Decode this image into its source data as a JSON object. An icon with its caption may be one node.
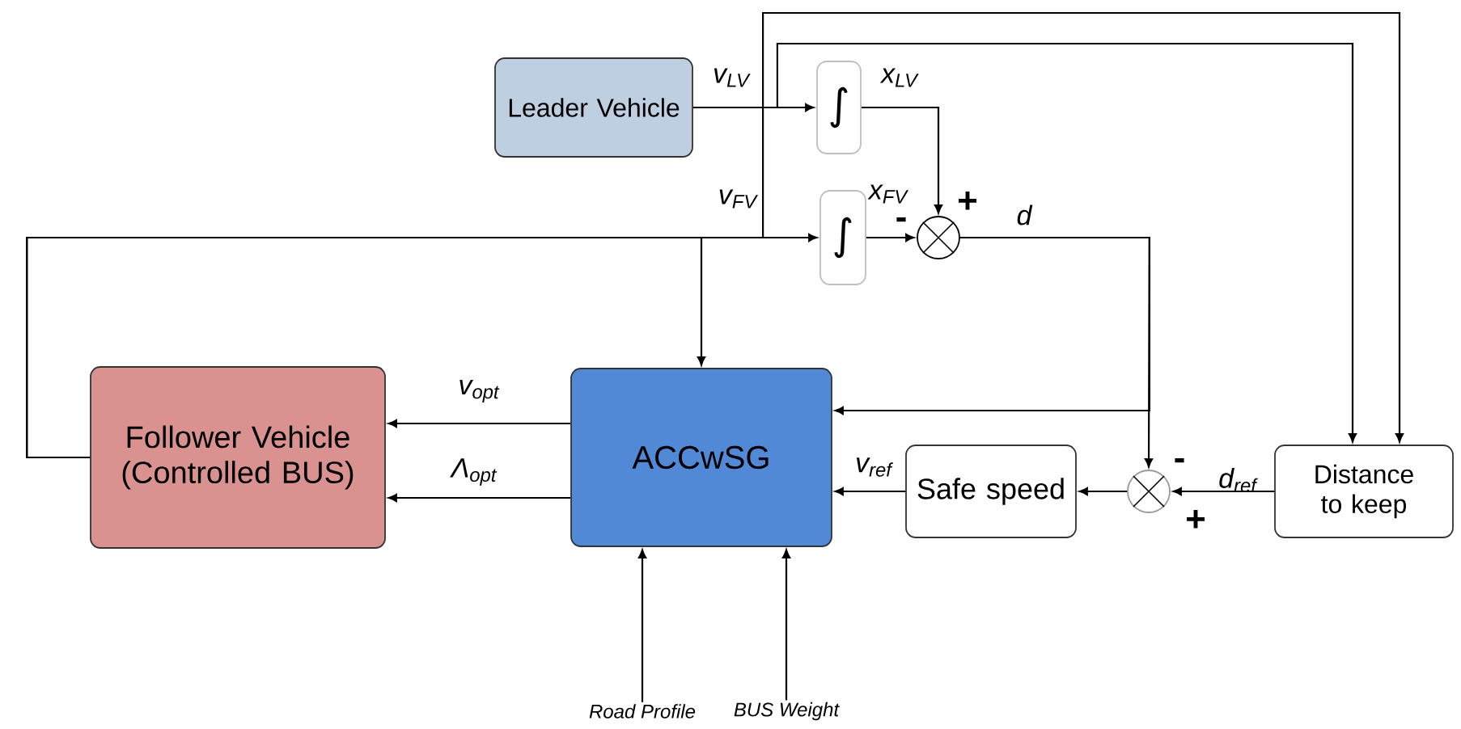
{
  "diagram": {
    "nodes": [
      {
        "text": [
          "Leader Vehicle"
        ]
      },
      {
        "text": [
          "∫"
        ]
      },
      {
        "text": [
          "∫"
        ]
      },
      {
        "text": [],
        "shape": "circle"
      },
      {
        "text": [
          "Follower Vehicle (Controlled BUS)"
        ]
      },
      {
        "text": [
          "ACCwSG"
        ]
      },
      {
        "text": [
          "Safe speed"
        ]
      },
      {
        "text": [],
        "shape": "circle"
      },
      {
        "text": [
          "Distance to keep"
        ]
      },
      {
        "text": [
          "Road Profile"
        ]
      },
      {
        "text": [
          "BUS Weight"
        ]
      }
    ],
    "edges": [
      {
        "from": 0,
        "to": 1,
        "arrow": "to",
        "label": "v$_{LV}$"
      },
      {
        "from": 1,
        "to": 3,
        "arrow": "to",
        "label": "x$_{LV}$"
      },
      {
        "from": 2,
        "to": 3,
        "arrow": "to",
        "label": "x$_{FV}$"
      },
      {
        "from": 4,
        "to": 2,
        "arrow": "to",
        "label": "v$_{FV}$"
      },
      {
        "from": 4,
        "to": 5,
        "arrow": "to"
      },
      {
        "from": 4,
        "to": 8,
        "arrow": "to"
      },
      {
        "from": 0,
        "to": 8,
        "arrow": "to"
      },
      {
        "from": 3,
        "to": 5,
        "arrow": "to",
        "label": "d"
      },
      {
        "from": 3,
        "to": 7,
        "arrow": "to"
      },
      {
        "from": 8,
        "to": 7,
        "arrow": "to",
        "label": "d$_{ref}$"
      },
      {
        "from": 7,
        "to": 6,
        "arrow": "to"
      },
      {
        "from": 6,
        "to": 5,
        "arrow": "to",
        "label": "v$_{ref}$"
      },
      {
        "from": 5,
        "to": 4,
        "arrow": "to",
        "label": "v$_{opt}$"
      },
      {
        "from": 5,
        "to": 4,
        "arrow": "to",
        "label": "Λ$_{opt}$"
      },
      {
        "from": 9,
        "to": 5,
        "arrow": "to"
      },
      {
        "from": 10,
        "to": 5,
        "arrow": "to"
      }
    ],
    "labels": [
      "-",
      "+",
      "-",
      "+"
    ]
  }
}
